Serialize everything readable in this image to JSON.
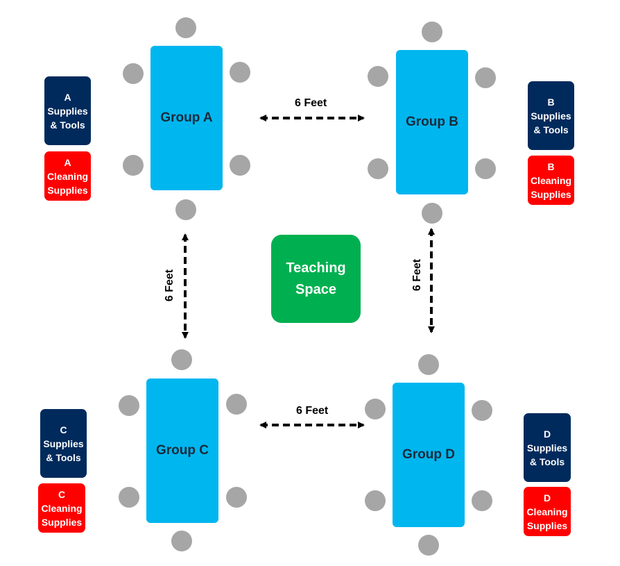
{
  "groups": [
    {
      "id": "a",
      "label": "Group A",
      "supplies_lines": [
        "A",
        "Supplies",
        "& Tools"
      ],
      "cleaning_lines": [
        "A",
        "Cleaning",
        "Supplies"
      ]
    },
    {
      "id": "b",
      "label": "Group B",
      "supplies_lines": [
        "B",
        "Supplies",
        "& Tools"
      ],
      "cleaning_lines": [
        "B",
        "Cleaning",
        "Supplies"
      ]
    },
    {
      "id": "c",
      "label": "Group C",
      "supplies_lines": [
        "C",
        "Supplies",
        "& Tools"
      ],
      "cleaning_lines": [
        "C",
        "Cleaning",
        "Supplies"
      ]
    },
    {
      "id": "d",
      "label": "Group D",
      "supplies_lines": [
        "D",
        "Supplies",
        "& Tools"
      ],
      "cleaning_lines": [
        "D",
        "Cleaning",
        "Supplies"
      ]
    }
  ],
  "teaching_space": {
    "line1": "Teaching",
    "line2": "Space"
  },
  "distances": {
    "ab": "6 Feet",
    "cd": "6 Feet",
    "ac": "6 Feet",
    "bd": "6 Feet"
  },
  "colors": {
    "table": "#00b6ef",
    "chair": "#a6a6a6",
    "supplies": "#002a5c",
    "cleaning": "#ff0000",
    "teaching": "#00b050"
  }
}
